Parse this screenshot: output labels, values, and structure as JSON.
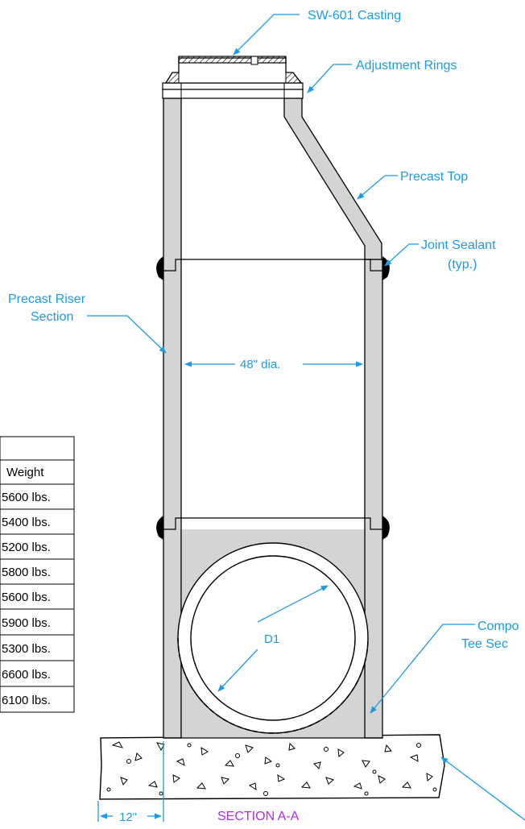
{
  "labels": {
    "casting": "SW-601  Casting",
    "adjustment_rings": "Adjustment Rings",
    "precast_top": "Precast Top",
    "joint_sealant_line1": "Joint Sealant",
    "joint_sealant_line2": "(typ.)",
    "riser_line1": "Precast Riser",
    "riser_line2": "Section",
    "tee_line1": "Compo",
    "tee_line2": "Tee Sec",
    "section_title": "SECTION A-A"
  },
  "dimensions": {
    "inside_diameter": "48\" dia.",
    "pipe": "D1",
    "base_overhang": "12\""
  },
  "table": {
    "header": "Weight",
    "rows": [
      "5600 lbs.",
      "5400 lbs.",
      "5200 lbs.",
      "5800 lbs.",
      "5600 lbs.",
      "5900 lbs.",
      "5300 lbs.",
      "6600 lbs.",
      "6100 lbs."
    ]
  },
  "colors": {
    "callout": "#1e9be0",
    "title": "#b02ee0",
    "concrete": "#d4d4d4",
    "line": "#000000"
  }
}
